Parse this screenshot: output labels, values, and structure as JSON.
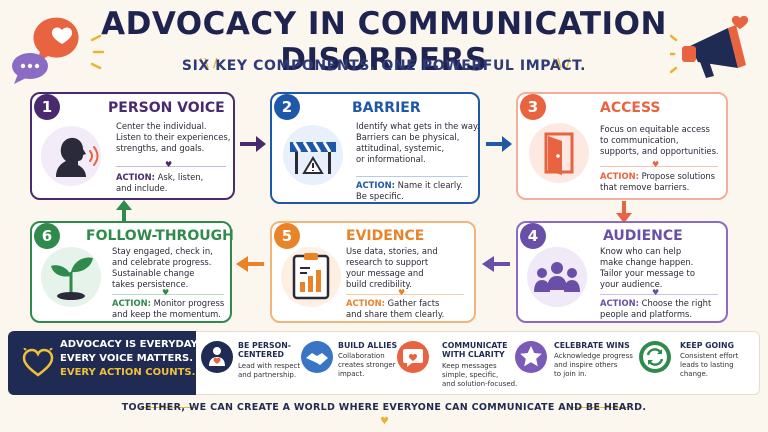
{
  "title": "ADVOCACY IN COMMUNICATION DISORDERS",
  "subtitle": "SIX KEY COMPONENTS. ONE POWERFUL IMPACT.",
  "colors": {
    "navy": "#1f2b52",
    "purple": "#4a2a6e",
    "blue": "#1f58a8",
    "coral": "#e8633f",
    "violet": "#6a4fa8",
    "orange": "#e8832a",
    "green": "#2f8a4c",
    "gold": "#e8b530"
  },
  "cards": [
    {
      "number": "1",
      "title": "PERSON VOICE",
      "icon": "speaking-person-icon",
      "desc": [
        "Center the individual.",
        "Listen to their experiences,",
        "strengths, and goals."
      ],
      "action_label": "ACTION:",
      "action": [
        "Ask, listen,",
        "and include."
      ]
    },
    {
      "number": "2",
      "title": "BARRIER",
      "icon": "roadblock-icon",
      "desc": [
        "Identify what gets in the way.",
        "Barriers can be physical,",
        "attitudinal, systemic,",
        "or informational."
      ],
      "action_label": "ACTION:",
      "action": [
        "Name it clearly.",
        "Be specific."
      ]
    },
    {
      "number": "3",
      "title": "ACCESS",
      "icon": "open-door-icon",
      "desc": [
        "Focus on equitable access",
        "to communication,",
        "supports, and opportunities."
      ],
      "action_label": "ACTION:",
      "action": [
        "Propose solutions",
        "that remove barriers."
      ]
    },
    {
      "number": "4",
      "title": "AUDIENCE",
      "icon": "audience-group-icon",
      "desc": [
        "Know who can help",
        "make change happen.",
        "Tailor your message to",
        "your audience."
      ],
      "action_label": "ACTION:",
      "action": [
        "Choose the right",
        "people and platforms."
      ]
    },
    {
      "number": "5",
      "title": "EVIDENCE",
      "icon": "clipboard-chart-icon",
      "desc": [
        "Use data, stories, and",
        "research to support",
        "your message and",
        "build credibility."
      ],
      "action_label": "ACTION:",
      "action": [
        "Gather facts",
        "and share them clearly."
      ]
    },
    {
      "number": "6",
      "title": "FOLLOW-THROUGH",
      "icon": "seedling-icon",
      "desc": [
        "Stay engaged, check in,",
        "and celebrate progress.",
        "Sustainable change",
        "takes persistence."
      ],
      "action_label": "ACTION:",
      "action": [
        "Monitor progress",
        "and keep the momentum."
      ]
    }
  ],
  "banner": {
    "line1": "ADVOCACY IS EVERYDAY.",
    "line2": "EVERY VOICE MATTERS.",
    "line3": "EVERY ACTION COUNTS."
  },
  "tips": [
    {
      "title": [
        "BE PERSON-",
        "CENTERED"
      ],
      "desc": [
        "Lead with respect",
        "and partnership."
      ],
      "icon": "person-heart-icon"
    },
    {
      "title": [
        "BUILD ALLIES"
      ],
      "desc": [
        "Collaboration",
        "creates stronger",
        "impact."
      ],
      "icon": "handshake-icon"
    },
    {
      "title": [
        "COMMUNICATE",
        "WITH CLARITY"
      ],
      "desc": [
        "Keep messages",
        "simple, specific,",
        "and solution-focused."
      ],
      "icon": "chat-heart-icon"
    },
    {
      "title": [
        "CELEBRATE WINS"
      ],
      "desc": [
        "Acknowledge progress",
        "and inspire others",
        "to join in."
      ],
      "icon": "star-icon"
    },
    {
      "title": [
        "KEEP GOING"
      ],
      "desc": [
        "Consistent effort",
        "leads to lasting",
        "change."
      ],
      "icon": "cycle-arrows-icon"
    }
  ],
  "footer": "TOGETHER, WE CAN CREATE A WORLD WHERE EVERYONE CAN COMMUNICATE AND BE HEARD."
}
